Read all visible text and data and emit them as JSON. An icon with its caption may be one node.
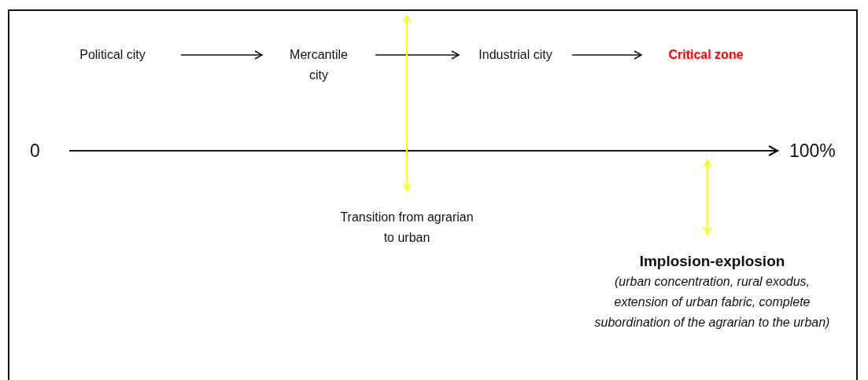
{
  "diagram": {
    "nodes": [
      {
        "text": [
          "Political city"
        ]
      },
      {
        "text": [
          "Mercantile city"
        ]
      },
      {
        "text": [
          "Industrial city"
        ]
      },
      {
        "text": [
          "Critical zone"
        ]
      },
      {
        "text": [
          "Transition from agrarian to urban"
        ]
      },
      {
        "text": [
          "Implosion-explosion",
          "(urban concentration, rural exodus, extension of urban fabric, complete subordination of the agrarian to the urban)"
        ]
      }
    ],
    "edges": [
      {
        "from": 0,
        "to": 1,
        "arrow": "to"
      },
      {
        "from": 1,
        "to": 2,
        "arrow": "to"
      },
      {
        "from": 2,
        "to": 3,
        "arrow": "to"
      },
      {
        "from": null,
        "to": 4,
        "arrow": "both",
        "color": "#ffff00"
      },
      {
        "from": null,
        "to": 5,
        "arrow": "both",
        "color": "#ffff00"
      }
    ],
    "labels": [
      "0",
      "100%"
    ]
  }
}
